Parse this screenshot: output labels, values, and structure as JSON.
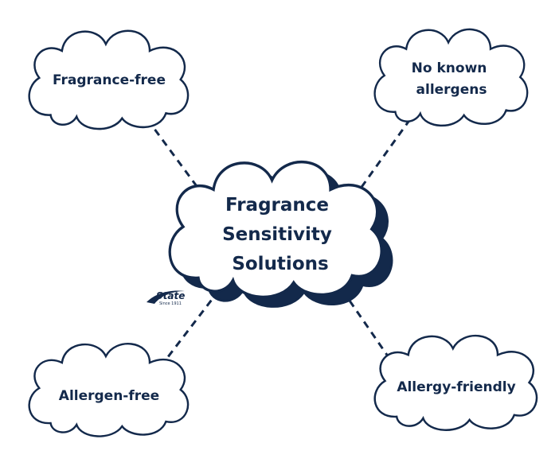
{
  "colors": {
    "navy": "#13294b",
    "cloud_fill": "#ffffff",
    "shadow": "#13294b"
  },
  "center": {
    "lines": [
      "Fragrance",
      "Sensitivity",
      "Solutions"
    ]
  },
  "clouds": {
    "top_left": {
      "lines": [
        "Fragrance-free"
      ]
    },
    "top_right": {
      "lines": [
        "No known",
        "allergens"
      ]
    },
    "bottom_left": {
      "lines": [
        "Allergen-free"
      ]
    },
    "bottom_right": {
      "lines": [
        "Allergy-friendly"
      ]
    }
  },
  "logo": {
    "name": "State",
    "tagline": "Since 1911"
  }
}
